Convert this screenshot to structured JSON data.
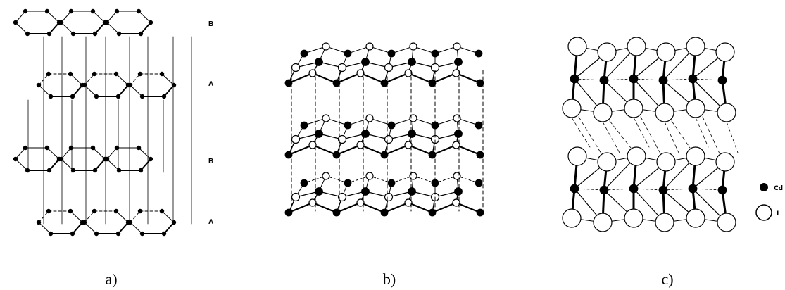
{
  "panels": [
    {
      "caption": "a)",
      "stacking_labels": [
        "B",
        "A",
        "B",
        "A"
      ]
    },
    {
      "caption": "b)"
    },
    {
      "caption": "c)",
      "legend": [
        {
          "label": "Cd",
          "marker": "filled-circle"
        },
        {
          "label": "I",
          "marker": "open-circle"
        }
      ]
    }
  ],
  "colors": {
    "ink": "#000000",
    "background": "#ffffff"
  }
}
